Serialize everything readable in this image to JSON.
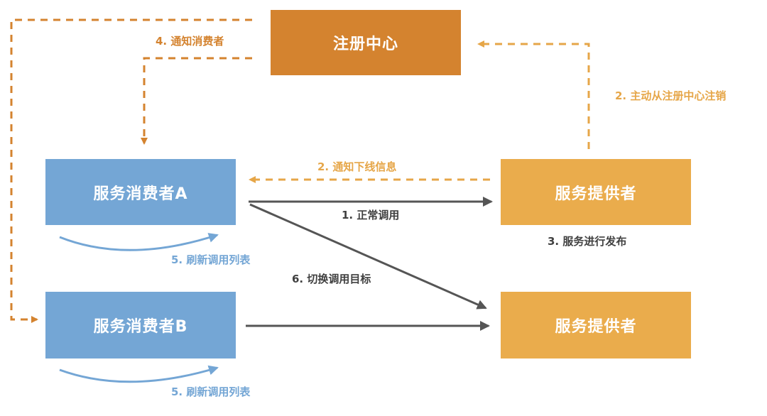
{
  "nodes": {
    "registry": "注册中心",
    "consumer_a": "服务消费者A",
    "consumer_b": "服务消费者B",
    "provider_1": "服务提供者",
    "provider_2": "服务提供者"
  },
  "edge_labels": {
    "notify_consumer": "4. 通知消费者",
    "deregister": "2. 主动从注册中心注销",
    "notify_offline": "2. 通知下线信息",
    "normal_call": "1. 正常调用",
    "publish": "3. 服务进行发布",
    "switch_target": "6. 切换调用目标",
    "refresh_list_a": "5. 刷新调用列表",
    "refresh_list_b": "5. 刷新调用列表"
  },
  "colors": {
    "registry": "#d4832f",
    "consumer": "#74a6d5",
    "provider": "#eaac4c",
    "dashed_arrow": "#e6a648",
    "solid_arrow": "#555555",
    "refresh_arrow": "#74a6d5"
  }
}
